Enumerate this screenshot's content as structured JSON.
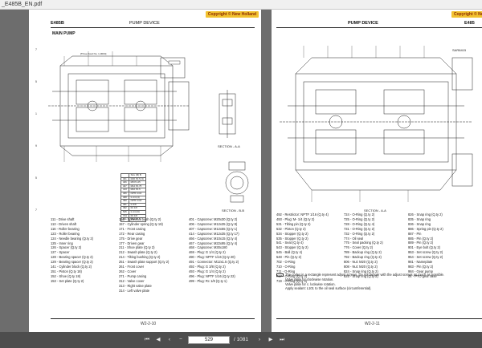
{
  "window": {
    "title": "_E485B_EN.pdf"
  },
  "left_page": {
    "model": "E485B",
    "header_title": "PUMP DEVICE",
    "copyright": "Copyright © New Holland",
    "section_title": "MAIN PUMP",
    "drawing_note": "[Three fixed No. 1-0004]",
    "section_label": "SECTION - A-A",
    "section_label_2": "SECTION - B-B",
    "footer_page": "W2-2-10",
    "side_labels": [
      "7",
      "5",
      "1",
      "9",
      "5",
      "7"
    ],
    "parts_table": [
      [
        "",
        "Size (M) B"
      ],
      [
        "401",
        "M20 P2.5 (3)"
      ],
      [
        "406",
        "M8 P1.25"
      ],
      [
        "407",
        "M12 P1.75"
      ],
      [
        "413",
        "M10 P1.5"
      ],
      [
        "466",
        "NPTF 1/16"
      ],
      [
        "468",
        "G 1/4 (4)"
      ],
      [
        "490",
        "NPTF 1/16"
      ],
      [
        "491",
        "G 3/8"
      ],
      [
        "492",
        "Rc 1/8"
      ],
      [
        "545",
        "G 1/4 (6)"
      ],
      [
        "724",
        "Rc 1/8"
      ],
      [
        "901",
        "M10 P1.5"
      ]
    ],
    "legend_cols": [
      [
        "111 - Drive shaft",
        "113 - Driven shaft",
        "116 - Roller bearing",
        "123 - Roller bearing",
        "124 - Needle bearing (Q.ty 2)",
        "125 - Inner ring",
        "126 - Spacer (Q.ty 2)",
        "127 - Spacer",
        "128 - Bearing spacer (Q.ty 2)",
        "129 - Bearing spacer (Q.ty 2)",
        "141 - Cylinder block (Q.ty 2)",
        "151 - Piston (Q.ty 18)",
        "152 - Shoe (Q.ty 18)",
        "153 - Set plate (Q.ty 2)"
      ],
      [
        "156 - Spherical bush (Q.ty 2)",
        "157 - Cylinder spring (Q.ty 18)",
        "171 - Front casing",
        "172 - Rear casing",
        "175 - Drive gear",
        "177 - Driven gear",
        "211 - Shoe plate (Q.ty 2)",
        "212 - Swash plate (Q.ty 2)",
        "214 - Tilting bushing (Q.ty 2)",
        "251 - Swash plate support (Q.ty 2)",
        "261 - Front cover",
        "262 - Cover",
        "271 - Pump casing",
        "312 - Valve cover",
        "313 - Right valve plate",
        "314 - Left valve plate"
      ],
      [
        "401 - Capscrew: M20x30 (Q.ty 2)",
        "406 - Capscrew: M12x35 (Q.ty 8)",
        "407 - Capscrew: M12x55 (Q.ty 1)",
        "414 - Capscrew: M12x35 (Q.ty 17)",
        "466 - Capscrew: M10x15 (Q.ty 4)",
        "467 - Capscrew: M22x95 (Q.ty 4)",
        "468 - Capscrew: M30x180",
        "469 - Plug: G 1/4 (Q.ty 2)",
        "490 - Plug: NPTF 1/16 (Q.ty 20)",
        "491 - Connector: M12x1.5 (Q.ty 2)",
        "492 - Plug: G 3/8 (Q.ty 2)",
        "493 - Plug: G 1/4 (Q.ty 2)",
        "496 - Plug: NPTF 1/16 (Q.ty 22)",
        "499 - Plug: Rc 1/8 (Q.ty 1)"
      ]
    ]
  },
  "right_page": {
    "header_title": "PUMP DEVICE",
    "copyright": "Copyright © New Holland",
    "model_short": "E485",
    "section_label": "SECTION - A-A",
    "drawing_top_right": "SAR8415",
    "footer_page": "W2-2-11",
    "legend_cols": [
      [
        "492 - Restrictor: NPTF 1/16 (Q.ty 4)",
        "493 - Plug: M- 1/4 (Q.ty 2)",
        "531 - Tilting pin (Q.ty 2)",
        "532 - Piston (Q.ty 2)",
        "534 - Stopper (Q.ty 2)",
        "535 - Stopper (Q.ty 2)",
        "541 - Seat (Q.ty 4)",
        "543 - Stopper (Q.ty 2)",
        "545 - Ball (Q.ty 4)",
        "548 - Pin (Q.ty 2)",
        "702 - O-Ring",
        "710 - O-Ring",
        "711 - O-Ring",
        "717 - O-Ring (Q.ty 2)",
        "719 - O-Ring (Q.ty 2)"
      ],
      [
        "724 - O-Ring (Q.ty 2)",
        "725 - O-Ring (Q.ty 2)",
        "728 - O-Ring (Q.ty 4)",
        "731 - O-Ring (Q.ty 2)",
        "732 - O-Ring (Q.ty 2)",
        "774 - Oil seal",
        "775 - Seal packing (Q.ty 2)",
        "776 - Cover (Q.ty 2)",
        "789 - Backup ring (Q.ty 2)",
        "792 - Backup ring (Q.ty 2)",
        "806 - Nut: M20 (Q.ty 2)",
        "808 - Nut: M20 (Q.ty 2)",
        "824 - Snap ring (Q.ty 2)",
        "825 - Snap ring (Q.ty 2)"
      ],
      [
        "826 - Snap ring (Q.ty 2)",
        "835 - Snap ring",
        "836 - Snap ring",
        "886 - Spring pin (Q.ty 2)",
        "887 - Pin",
        "885 - Pin (Q.ty 2)",
        "889 - Pin (Q.ty 2)",
        "901 - Eye bolt (Q.ty 2)",
        "953 - Set screw (Q.ty 2)",
        "954 - Set screw (Q.ty 2)",
        "981 - Nameplate",
        "983 - Pin (Q.ty 2)",
        "984 - Gear pump",
        "04 - PTO gear case"
      ]
    ],
    "notes": [
      "The codes in a rectangle represent adjust screws. Do not tamper with the adjust screws as much as possible.",
      "Valve plate for clockwise rotation.",
      "Valve plate for c. lockwise rotation.",
      "Apply sealant: L101 to the oil seal surface (circumferential)."
    ]
  },
  "nav": {
    "current_page": "529",
    "total": "/ 1081"
  },
  "colors": {
    "copyright_bg": "#f2c230",
    "copyright_fg": "#8a2a00",
    "viewer_bg": "#6d6d6d"
  }
}
